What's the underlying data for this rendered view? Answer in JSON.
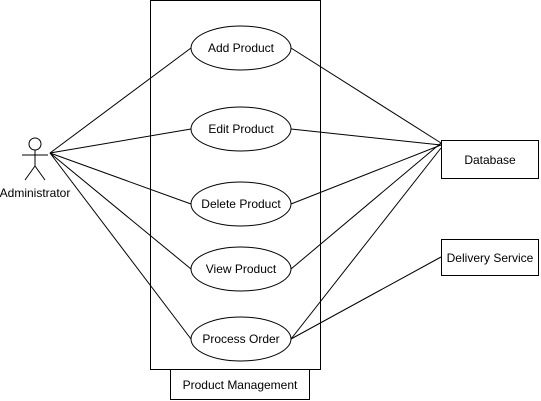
{
  "system": {
    "name": "Product Management"
  },
  "actors": {
    "administrator": "Administrator"
  },
  "use_cases": {
    "add_product": "Add Product",
    "edit_product": "Edit Product",
    "delete_product": "Delete Product",
    "view_product": "View Product",
    "process_order": "Process Order"
  },
  "external_systems": {
    "database": "Database",
    "delivery_service": "Delivery Service"
  },
  "colors": {
    "stroke": "#000000",
    "fill": "#ffffff"
  }
}
